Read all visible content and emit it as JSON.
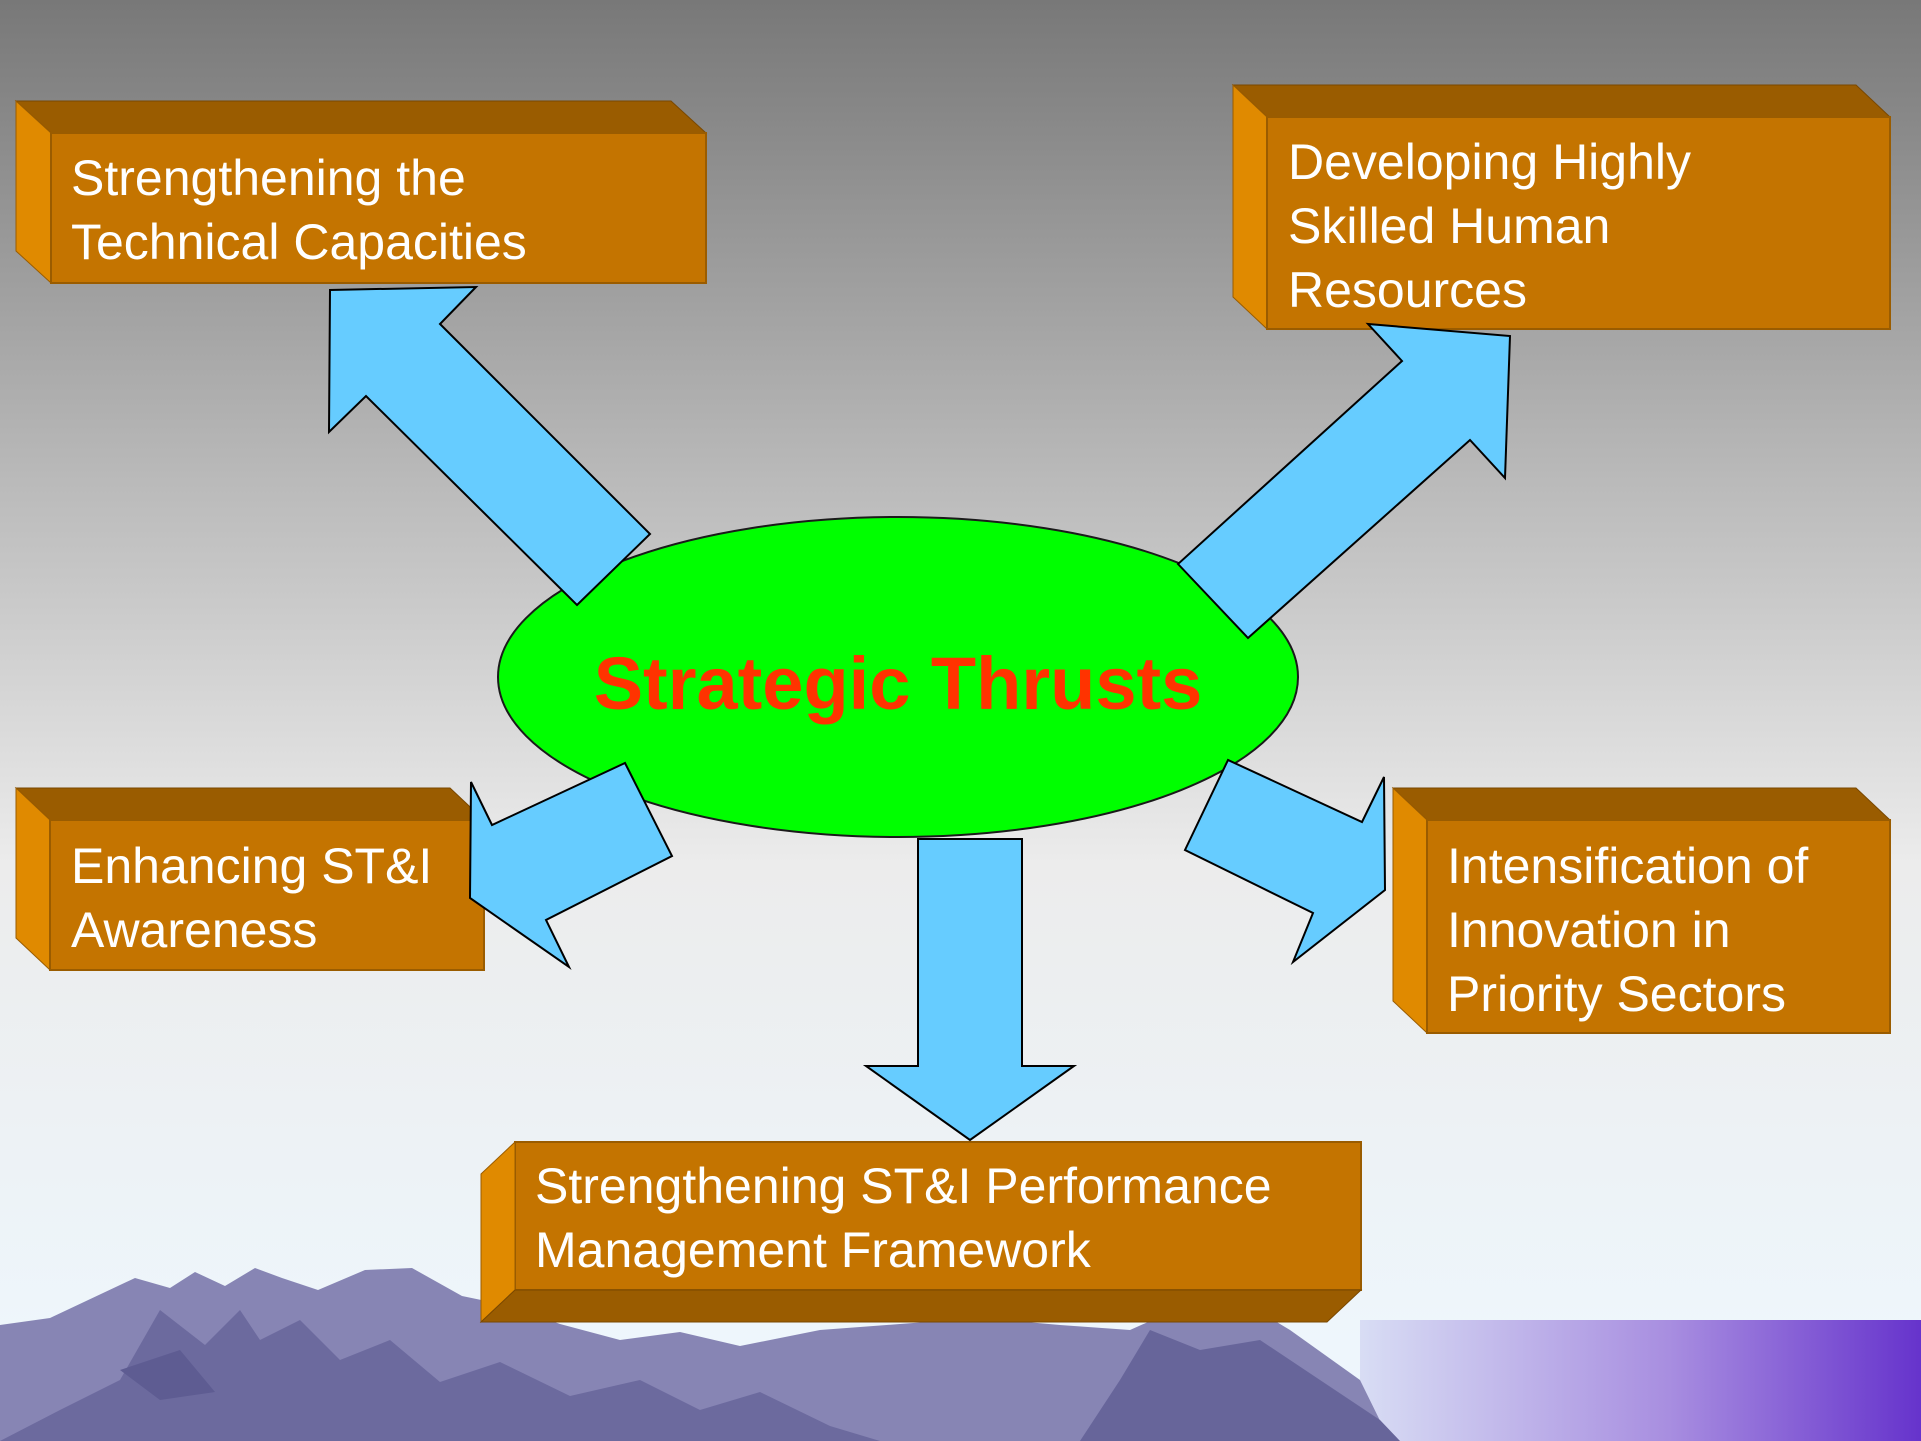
{
  "diagram": {
    "center_label": "Strategic Thrusts",
    "thrusts": [
      {
        "id": "technical",
        "lines": [
          "Strengthening the",
          "Technical Capacities"
        ]
      },
      {
        "id": "human",
        "lines": [
          "Developing Highly",
          "Skilled Human",
          "Resources"
        ]
      },
      {
        "id": "awareness",
        "lines": [
          "Enhancing ST&I",
          "Awareness"
        ]
      },
      {
        "id": "innovation",
        "lines": [
          "Intensification of",
          "Innovation in",
          "Priority Sectors"
        ]
      },
      {
        "id": "performance",
        "lines": [
          "Strengthening ST&I Performance",
          "Management Framework"
        ]
      }
    ]
  },
  "colors": {
    "background_top": "#7a7a7a",
    "background_bottom": "#f0f9ff",
    "box_face": "#c47400",
    "box_top": "#9a5c00",
    "box_side": "#e08a00",
    "ellipse_fill": "#00ff00",
    "arrow_fill": "#66ccff",
    "center_text": "#ff3300",
    "box_text": "#ffffff"
  }
}
